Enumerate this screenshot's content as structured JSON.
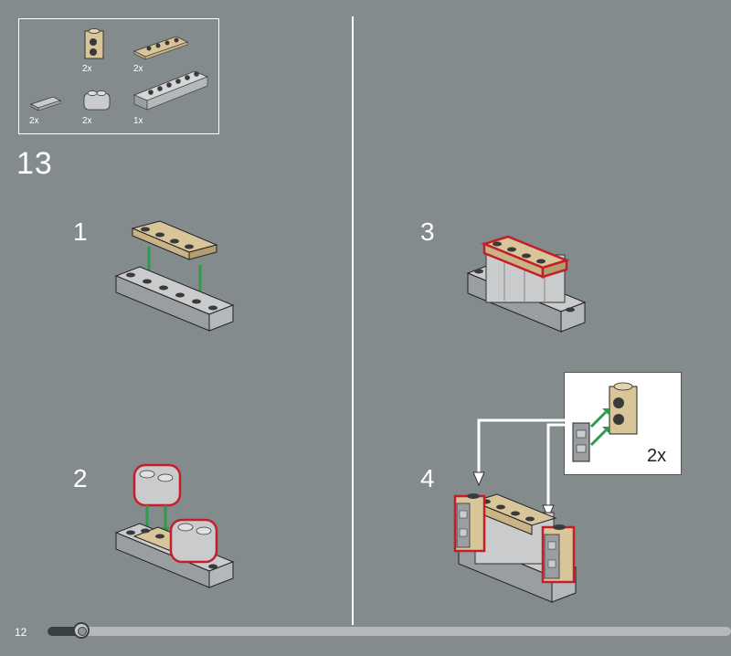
{
  "parts_list": {
    "items": [
      {
        "qty": "2x",
        "color": "tan",
        "part": "tan-brick-1x1-studs-on-side"
      },
      {
        "qty": "2x",
        "color": "tan",
        "part": "tan-plate-1x4"
      },
      {
        "qty": "2x",
        "color": "grey",
        "part": "grey-tile-slope"
      },
      {
        "qty": "2x",
        "color": "light-grey",
        "part": "light-grey-round-brick-1x2"
      },
      {
        "qty": "1x",
        "color": "light-grey",
        "part": "light-grey-plate-1x6"
      }
    ]
  },
  "main_step": "13",
  "sub_steps": [
    "1",
    "2",
    "3",
    "4"
  ],
  "callout": {
    "qty": "2x"
  },
  "footer": {
    "page_number": "12",
    "progress": 0.05
  },
  "colors": {
    "background": "#848b8d",
    "tan": "#d9c59a",
    "grey": "#9a9ea0",
    "light_grey": "#c9cbcc",
    "highlight": "#c41e2a",
    "arrow_green": "#2e9a4b"
  }
}
